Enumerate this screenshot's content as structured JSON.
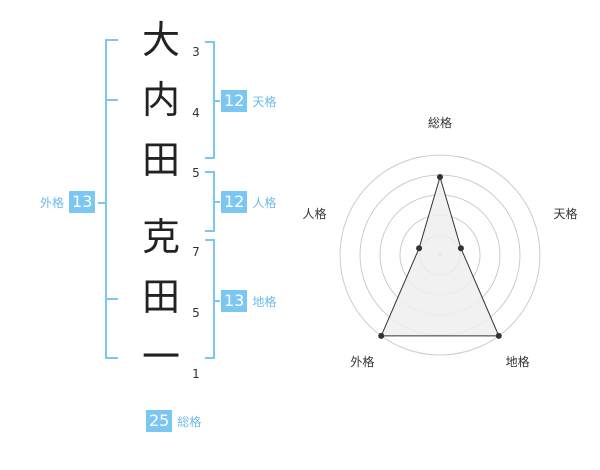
{
  "name": {
    "chars": [
      "大",
      "内",
      "田",
      "克",
      "田",
      "一"
    ],
    "strokes": [
      "3",
      "4",
      "5",
      "7",
      "5",
      "1"
    ]
  },
  "fortunes": {
    "tenkaku": {
      "value": "12",
      "label": "天格"
    },
    "jinkaku": {
      "value": "12",
      "label": "人格"
    },
    "chikaku": {
      "value": "13",
      "label": "地格"
    },
    "gaikaku": {
      "value": "13",
      "label": "外格"
    },
    "soukaku": {
      "value": "25",
      "label": "総格"
    }
  },
  "colors": {
    "accent": "#7cc6f2",
    "accent_text": "#6bbbea",
    "radar_fill": "#eeeeee",
    "radar_ring": "#cccccc"
  },
  "chart_data": {
    "type": "radar",
    "axes": [
      "総格",
      "天格",
      "地格",
      "外格",
      "人格"
    ],
    "values": [
      25,
      12,
      13,
      13,
      12
    ],
    "levels": 5,
    "series": [
      {
        "values": [
          0.78,
          0.22,
          1.0,
          1.0,
          0.22
        ]
      }
    ]
  }
}
